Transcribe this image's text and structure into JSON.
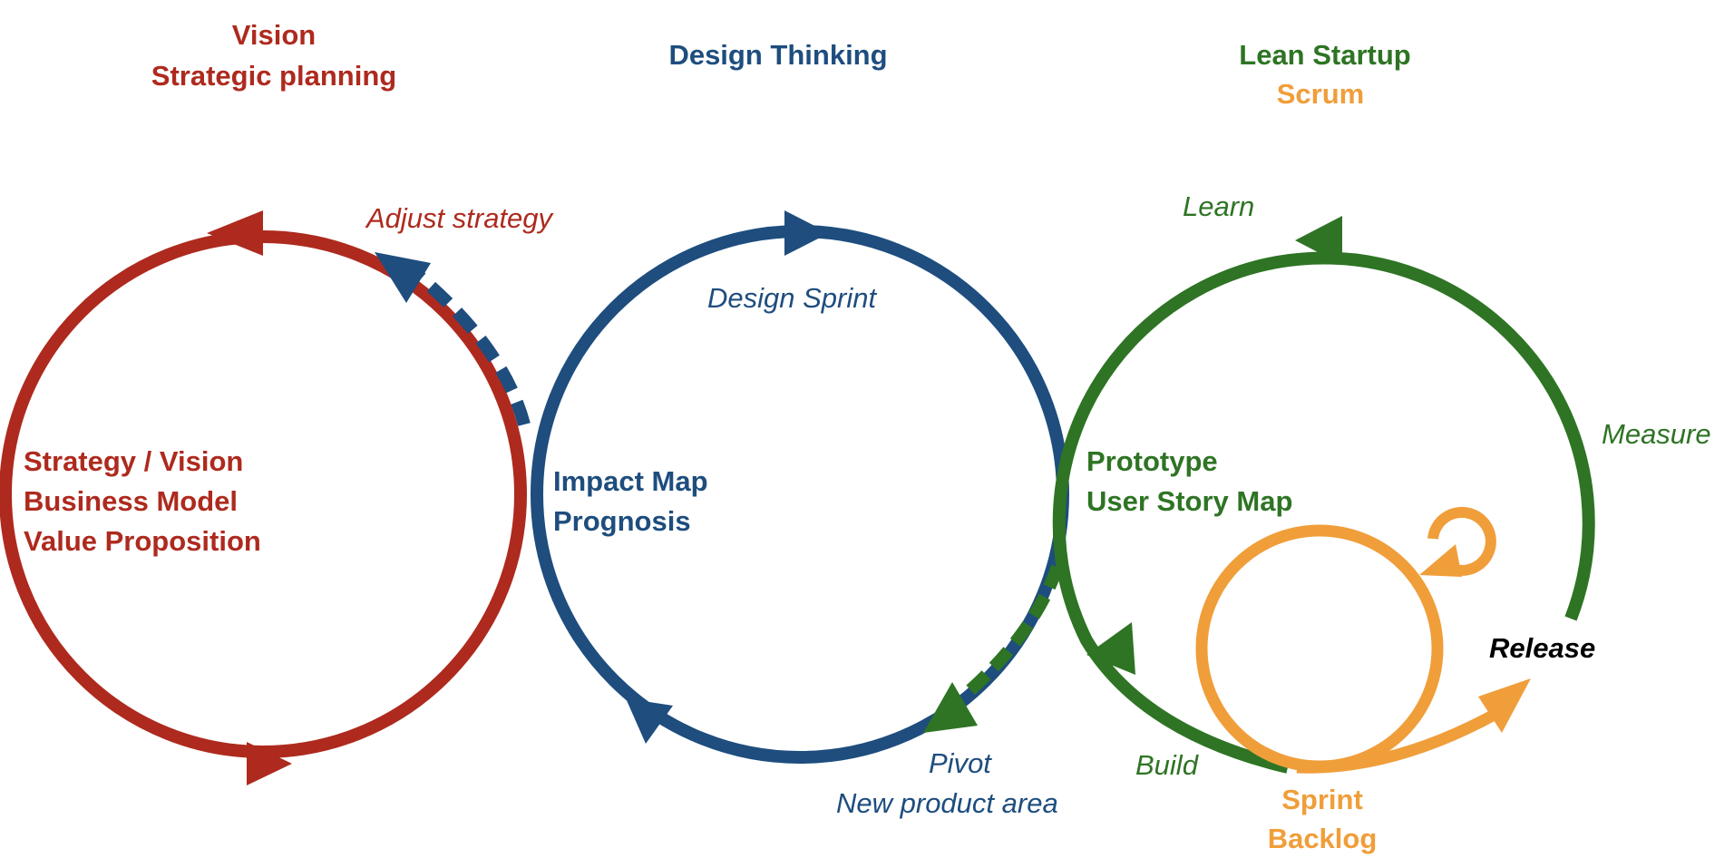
{
  "colors": {
    "red": "#ae2a1e",
    "blue": "#1e4d7e",
    "green": "#2e7424",
    "orange": "#f09e3a",
    "black": "#000000"
  },
  "headers": {
    "vision": "Vision",
    "strategic_planning": "Strategic planning",
    "design_thinking": "Design Thinking",
    "lean_startup": "Lean Startup",
    "scrum": "Scrum"
  },
  "red_cycle": {
    "label_1": "Strategy / Vision",
    "label_2": "Business Model",
    "label_3": "Value Proposition",
    "adjust_strategy": "Adjust strategy"
  },
  "blue_cycle": {
    "design_sprint": "Design Sprint",
    "label_1": "Impact Map",
    "label_2": "Prognosis",
    "pivot": "Pivot",
    "new_product_area": "New product area"
  },
  "green_cycle": {
    "learn": "Learn",
    "measure": "Measure",
    "label_1": "Prototype",
    "label_2": "User Story Map",
    "build": "Build"
  },
  "orange_cycle": {
    "release": "Release",
    "sprint": "Sprint",
    "backlog": "Backlog"
  }
}
